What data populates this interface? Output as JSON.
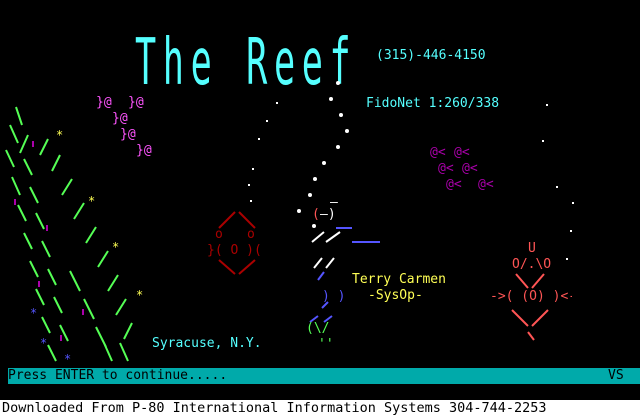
{
  "board": {
    "name": "The Reef",
    "phone": "(315)-446-4150",
    "fidonet": "FidoNet 1:260/338",
    "location": "Syracuse, N.Y.",
    "sysop_name": "Terry Carmen",
    "sysop_title": "-SysOp-"
  },
  "prompt": {
    "message": "Press ENTER to continue.....",
    "code": "VS"
  },
  "footer": {
    "text": "Downloaded From P-80 International Information Systems 304-744-2253"
  },
  "colors": {
    "cyan": "#55ffff",
    "magenta": "#ff55ff",
    "purple": "#aa00aa",
    "green": "#55ff55",
    "yellow": "#ffff55",
    "red": "#ff5555",
    "dark_red": "#aa0000",
    "blue": "#5555ff",
    "bar": "#00aaaa"
  }
}
